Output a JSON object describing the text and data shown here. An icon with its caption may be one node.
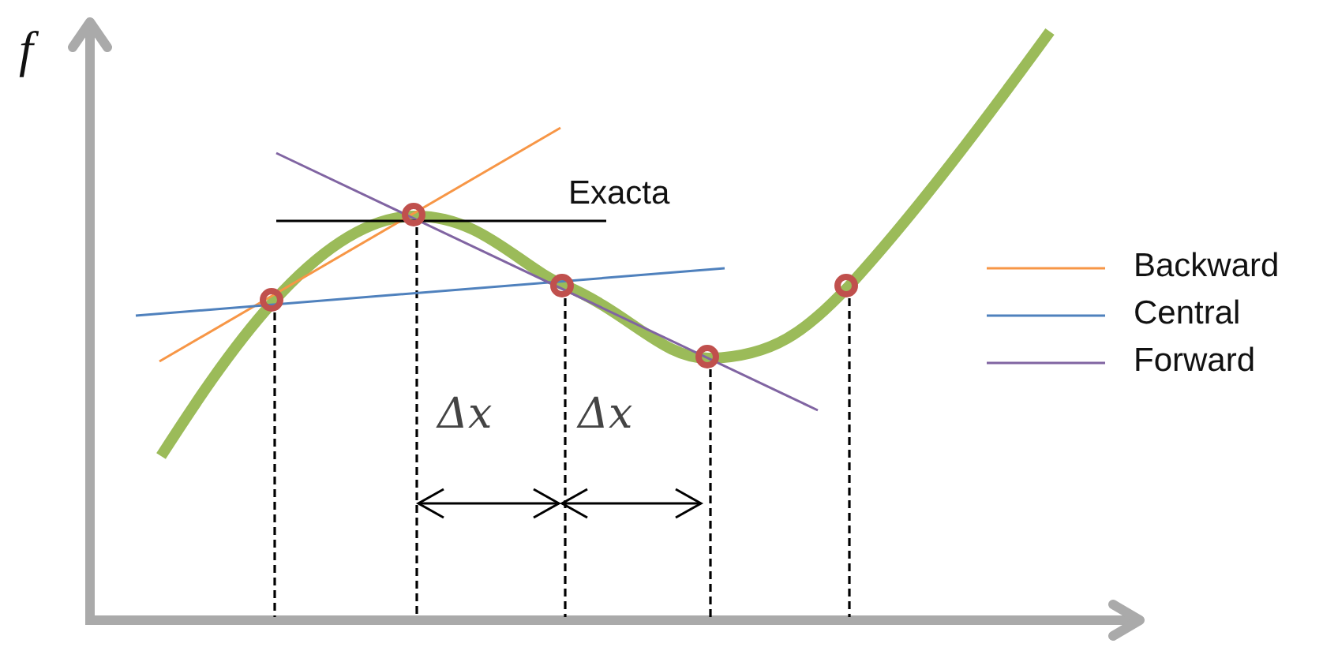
{
  "diagram": {
    "labels": [
      "f",
      "Exacta",
      "Δx",
      "Δx"
    ],
    "legend": [
      {
        "text": "Backward"
      },
      {
        "text": "Central"
      },
      {
        "text": "Forward"
      }
    ]
  }
}
